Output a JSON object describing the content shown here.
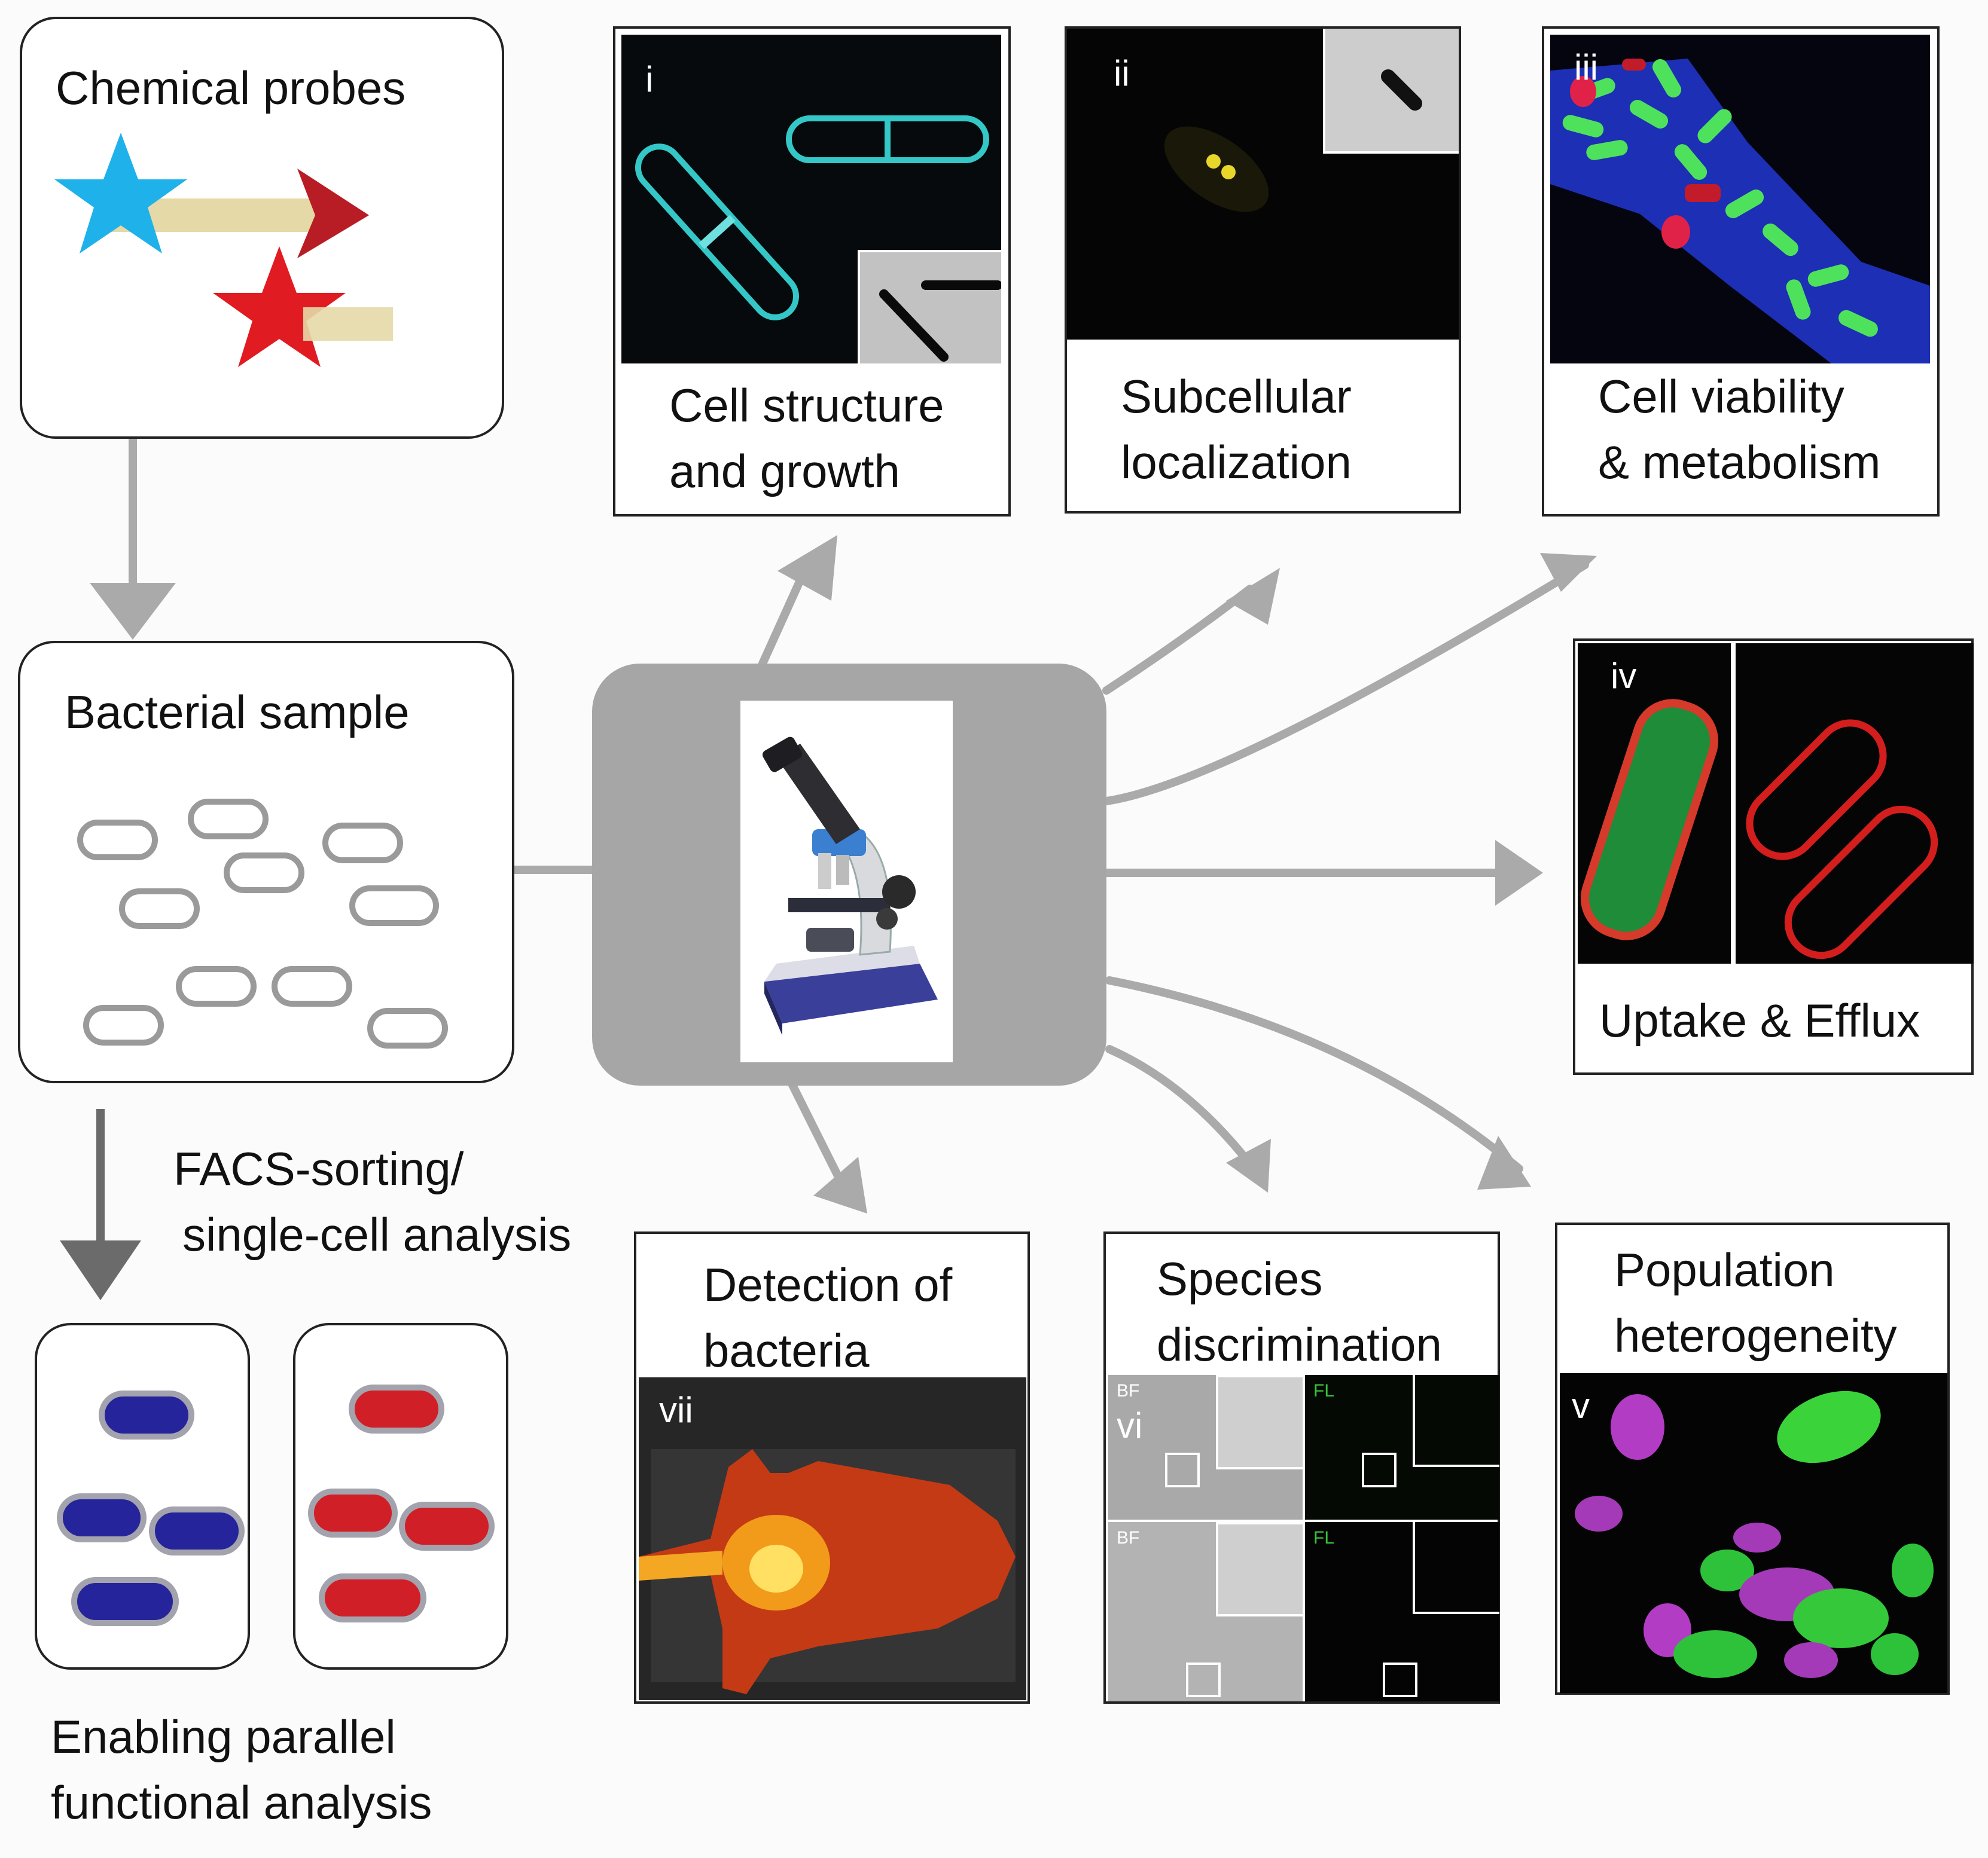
{
  "steps": {
    "probes": "Chemical probes",
    "sample": "Bacterial sample",
    "facs_line1": "FACS-sorting/",
    "facs_line2": "single-cell analysis",
    "parallel_line1": "Enabling parallel",
    "parallel_line2": "functional analysis"
  },
  "panels": {
    "i": {
      "numeral": "i",
      "line1": "Cell structure",
      "line2": "and growth"
    },
    "ii": {
      "numeral": "ii",
      "line1": "Subcellular",
      "line2": "localization"
    },
    "iii": {
      "numeral": "iii",
      "line1": "Cell viability",
      "line2": "& metabolism"
    },
    "iv": {
      "numeral": "iv",
      "line1": "Uptake & Efflux"
    },
    "v": {
      "numeral": "v",
      "line1": "Population",
      "line2": "heterogeneity"
    },
    "vi": {
      "numeral": "vi",
      "line1": "Species",
      "line2": "discrimination",
      "bf": "BF",
      "fl": "FL"
    },
    "vii": {
      "numeral": "vii",
      "line1": "Detection of",
      "line2": "bacteria"
    }
  },
  "colors": {
    "arrow": "#aaaaaa",
    "hub": "#a6a6a6",
    "blue_cell": "#26249a",
    "red_cell": "#d11f27",
    "probe_blue": "#1fb1ea",
    "probe_red": "#e11b22"
  },
  "icons": [
    "star-icon",
    "microscope-icon"
  ]
}
